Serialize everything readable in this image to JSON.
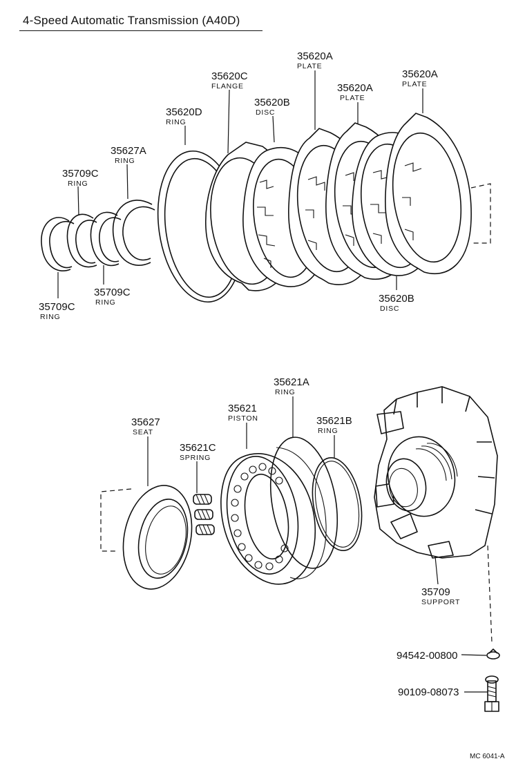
{
  "title": "4-Speed Automatic Transmission (A40D)",
  "drawing_code": "MC 6041-A",
  "labels": {
    "ring_35709c_top": {
      "number": "35709C",
      "name": "RING"
    },
    "ring_35627a": {
      "number": "35627A",
      "name": "RING"
    },
    "ring_35620d": {
      "number": "35620D",
      "name": "RING"
    },
    "flange_35620c": {
      "number": "35620C",
      "name": "FLANGE"
    },
    "disc_35620b_top": {
      "number": "35620B",
      "name": "DISC"
    },
    "plate_35620a_1": {
      "number": "35620A",
      "name": "PLATE"
    },
    "plate_35620a_2": {
      "number": "35620A",
      "name": "PLATE"
    },
    "plate_35620a_3": {
      "number": "35620A",
      "name": "PLATE"
    },
    "disc_35620b_bottom": {
      "number": "35620B",
      "name": "DISC"
    },
    "ring_35709c_mid": {
      "number": "35709C",
      "name": "RING"
    },
    "ring_35709c_left": {
      "number": "35709C",
      "name": "RING"
    },
    "seat_35627": {
      "number": "35627",
      "name": "SEAT"
    },
    "spring_35621c": {
      "number": "35621C",
      "name": "SPRING"
    },
    "piston_35621": {
      "number": "35621",
      "name": "PISTON"
    },
    "ring_35621a": {
      "number": "35621A",
      "name": "RING"
    },
    "ring_35621b": {
      "number": "35621B",
      "name": "RING"
    },
    "support_35709": {
      "number": "35709",
      "name": "SUPPORT"
    },
    "washer_94542": {
      "number": "94542-00800"
    },
    "bolt_90109": {
      "number": "90109-08073"
    }
  }
}
